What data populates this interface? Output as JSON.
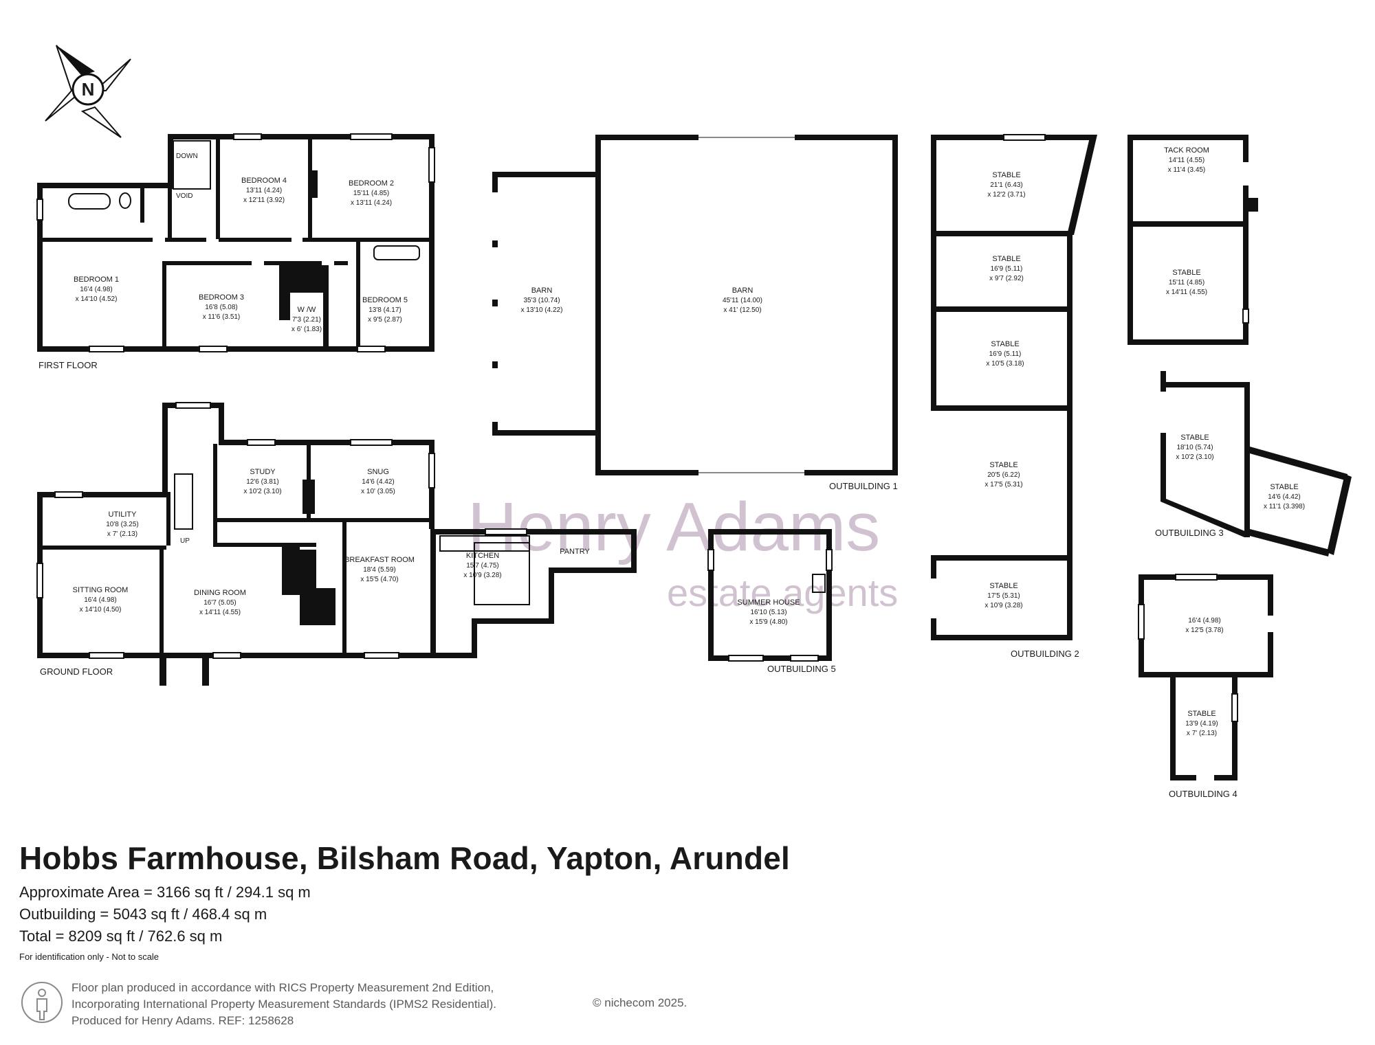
{
  "compass": {
    "label": "N",
    "icon": "north-compass-icon"
  },
  "floors": {
    "first_floor": "FIRST FLOOR",
    "ground_floor": "GROUND FLOOR",
    "outbuilding_1": "OUTBUILDING 1",
    "outbuilding_2": "OUTBUILDING 2",
    "outbuilding_3": "OUTBUILDING 3",
    "outbuilding_4": "OUTBUILDING 4",
    "outbuilding_5": "OUTBUILDING 5"
  },
  "markers": {
    "down": "DOWN",
    "up": "UP",
    "void": "VOID"
  },
  "rooms": {
    "bedroom_1": {
      "name": "BEDROOM 1",
      "dim1": "16'4 (4.98)",
      "dim2": "x 14'10 (4.52)"
    },
    "bedroom_2": {
      "name": "BEDROOM 2",
      "dim1": "15'11 (4.85)",
      "dim2": "x 13'11 (4.24)"
    },
    "bedroom_3": {
      "name": "BEDROOM 3",
      "dim1": "16'8 (5.08)",
      "dim2": "x 11'6 (3.51)"
    },
    "bedroom_4": {
      "name": "BEDROOM 4",
      "dim1": "13'11 (4.24)",
      "dim2": "x 12'11 (3.92)"
    },
    "bedroom_5": {
      "name": "BEDROOM 5",
      "dim1": "13'8 (4.17)",
      "dim2": "x 9'5 (2.87)"
    },
    "ww": {
      "name": "W /W",
      "dim1": "7'3 (2.21)",
      "dim2": "x 6' (1.83)"
    },
    "study": {
      "name": "STUDY",
      "dim1": "12'6 (3.81)",
      "dim2": "x 10'2 (3.10)"
    },
    "snug": {
      "name": "SNUG",
      "dim1": "14'6 (4.42)",
      "dim2": "x 10' (3.05)"
    },
    "utility": {
      "name": "UTILITY",
      "dim1": "10'8 (3.25)",
      "dim2": "x 7' (2.13)"
    },
    "sitting_room": {
      "name": "SITTING ROOM",
      "dim1": "16'4 (4.98)",
      "dim2": "x 14'10 (4.50)"
    },
    "dining_room": {
      "name": "DINING ROOM",
      "dim1": "16'7 (5.05)",
      "dim2": "x 14'11 (4.55)"
    },
    "breakfast_room": {
      "name": "BREAKFAST ROOM",
      "dim1": "18'4 (5.59)",
      "dim2": "x 15'5 (4.70)"
    },
    "kitchen": {
      "name": "KITCHEN",
      "dim1": "15'7 (4.75)",
      "dim2": "x 10'9 (3.28)"
    },
    "pantry": {
      "name": "PANTRY"
    },
    "barn_1": {
      "name": "BARN",
      "dim1": "35'3 (10.74)",
      "dim2": "x 13'10 (4.22)"
    },
    "barn_2": {
      "name": "BARN",
      "dim1": "45'11 (14.00)",
      "dim2": "x 41' (12.50)"
    },
    "stable_a": {
      "name": "STABLE",
      "dim1": "21'1 (6.43)",
      "dim2": "x 12'2 (3.71)"
    },
    "stable_b": {
      "name": "STABLE",
      "dim1": "16'9 (5.11)",
      "dim2": "x 9'7 (2.92)"
    },
    "stable_c": {
      "name": "STABLE",
      "dim1": "16'9 (5.11)",
      "dim2": "x 10'5 (3.18)"
    },
    "stable_d": {
      "name": "STABLE",
      "dim1": "20'5 (6.22)",
      "dim2": "x 17'5 (5.31)"
    },
    "stable_e": {
      "name": "STABLE",
      "dim1": "17'5 (5.31)",
      "dim2": "x 10'9 (3.28)"
    },
    "tack_room": {
      "name": "TACK ROOM",
      "dim1": "14'11 (4.55)",
      "dim2": "x 11'4 (3.45)"
    },
    "stable_f": {
      "name": "STABLE",
      "dim1": "15'11 (4.85)",
      "dim2": "x 14'11 (4.55)"
    },
    "stable_g": {
      "name": "STABLE",
      "dim1": "18'10 (5.74)",
      "dim2": "x 10'2 (3.10)"
    },
    "stable_h": {
      "name": "STABLE",
      "dim1": "14'6 (4.42)",
      "dim2": "x 11'1 (3.398)"
    },
    "ob4_room": {
      "dim1": "16'4 (4.98)",
      "dim2": "x 12'5 (3.78)"
    },
    "stable_i": {
      "name": "STABLE",
      "dim1": "13'9 (4.19)",
      "dim2": "x 7' (2.13)"
    },
    "summer_house": {
      "name": "SUMMER HOUSE",
      "dim1": "16'10 (5.13)",
      "dim2": "x 15'9 (4.80)"
    }
  },
  "watermark": {
    "brand": "Henry Adams",
    "tagline": "estate agents"
  },
  "footer": {
    "title": "Hobbs Farmhouse, Bilsham Road, Yapton, Arundel",
    "area": "Approximate Area = 3166 sq ft / 294.1 sq m",
    "outbuilding": "Outbuilding = 5043 sq ft / 468.4 sq m",
    "total": "Total = 8209 sq ft / 762.6 sq m",
    "note": "For identification only - Not to scale",
    "rics_line1": "Floor plan produced in accordance with RICS Property Measurement 2nd Edition,",
    "rics_line2": "Incorporating International Property Measurement Standards (IPMS2 Residential).",
    "rics_line3": "Produced for Henry Adams.   REF: 1258628",
    "copyright": "© nichecom 2025."
  },
  "colors": {
    "wall": "#111111",
    "watermark": "#a08aa0",
    "footer_text": "#5a5a5a"
  }
}
